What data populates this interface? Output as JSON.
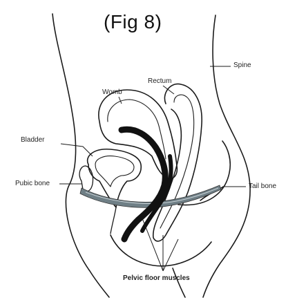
{
  "figure": {
    "title": "(Fig 8)",
    "labels": {
      "spine": "Spine",
      "rectum": "Rectum",
      "womb": "Womb",
      "bladder": "Bladder",
      "pubic_bone": "Pubic bone",
      "tail_bone": "Tail bone",
      "pelvic_floor_muscles": "Pelvic floor muscles"
    }
  }
}
